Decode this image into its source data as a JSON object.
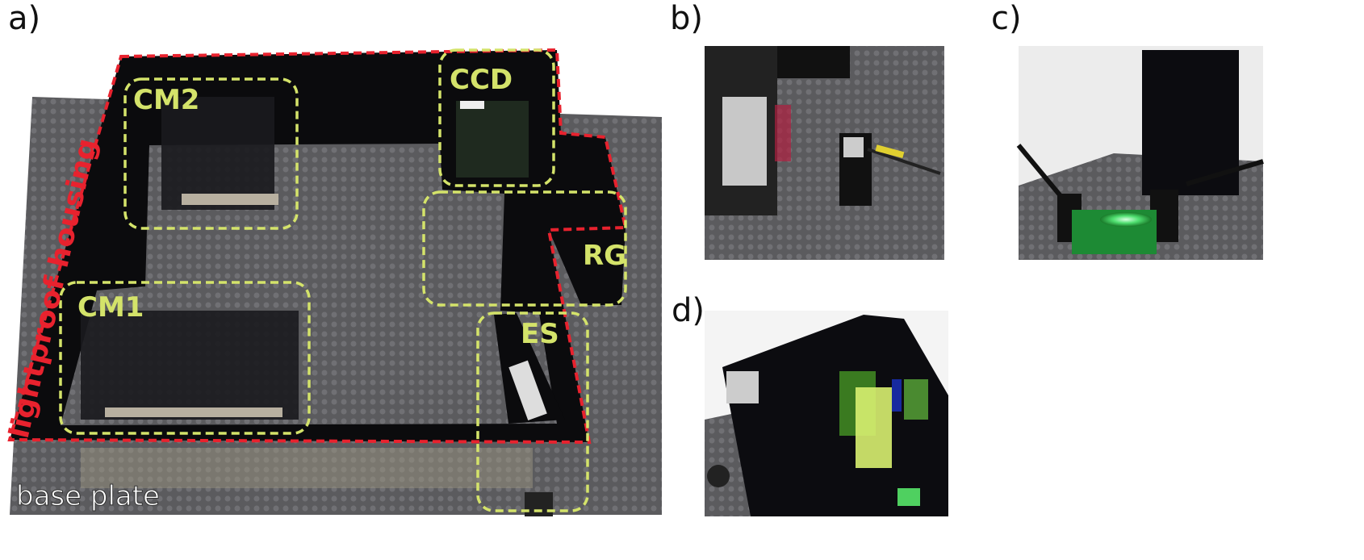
{
  "panels": {
    "a": {
      "label": "a)",
      "annotations": {
        "cm2": "CM2",
        "ccd": "CCD",
        "rg": "RG",
        "cm1": "CM1",
        "es": "ES",
        "housing": "lightproof housing",
        "base": "base plate"
      }
    },
    "b": {
      "label": "b)"
    },
    "c": {
      "label": "c)"
    },
    "d": {
      "label": "d)"
    }
  },
  "colors": {
    "box_outline": "#d4e36a",
    "housing_outline": "#e8222e",
    "plate": "#5a5a5c",
    "housing": "#0b0b0d",
    "led": "#5cff6a"
  }
}
